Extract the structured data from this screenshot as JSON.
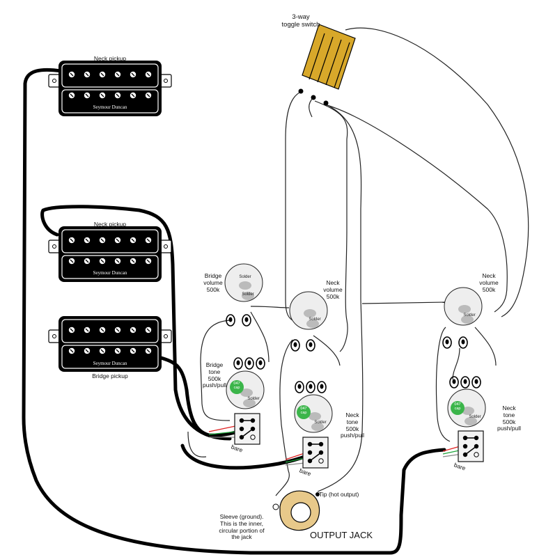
{
  "labels": {
    "switch": "3-way\ntoggle switch",
    "neck_pickup_top": "Neck pickup",
    "neck_pickup_mid": "Neck pickup",
    "bridge_pickup": "Bridge pickup",
    "brand": "Seymour Duncan",
    "bridge_volume": "Bridge\nvolume\n500k",
    "neck_volume_center": "Neck\nvolume\n500k",
    "neck_volume_right": "Neck\nvolume\n500k",
    "bridge_tone": "Bridge\ntone\n500k\npush/pull",
    "neck_tone_center": "Neck\ntone\n500k\npush/pull",
    "neck_tone_right": "Neck\ntone\n500k\npush/pull",
    "solder": "Solder",
    "cap": "047\ncap",
    "bare": "bare",
    "tip": "Tip (hot output)",
    "sleeve": "Sleeve (ground).\nThis is the inner,\ncircular portion of\nthe jack",
    "output_jack": "OUTPUT JACK"
  },
  "colors": {
    "wire_lead": "#000000",
    "wire_thin": "#222222",
    "switch_body": "#d8a82a",
    "cap_green": "#3bb54a",
    "jack_ring": "#e8c98a",
    "pcb_bg": "#f3f3f3",
    "pot_body": "#eeeeee",
    "solder_pad": "#bbbbbb"
  }
}
